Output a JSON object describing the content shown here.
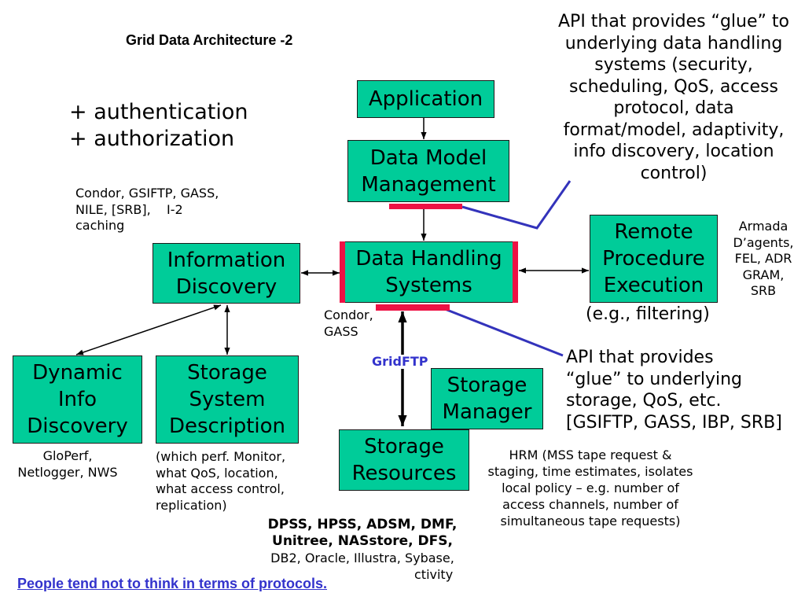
{
  "title": "Grid Data Architecture -2",
  "left_notes": {
    "auth": "+ authentication\n+ authorization",
    "info_sources": "Condor, GSIFTP, GASS,\nNILE, [SRB],    I-2\ncaching"
  },
  "boxes": {
    "application": "Application",
    "data_model_management": "Data Model\nManagement",
    "data_handling_systems": "Data Handling\nSystems",
    "remote_procedure_execution": "Remote\nProcedure\nExecution",
    "information_discovery": "Information\nDiscovery",
    "dynamic_info_discovery": "Dynamic\nInfo\nDiscovery",
    "storage_system_description": "Storage\nSystem\nDescription",
    "storage_manager": "Storage\nManager",
    "storage_resources": "Storage\nResources"
  },
  "annotations": {
    "api_data_handling": "API that provides “glue” to\nunderlying data handling\nsystems (security,\nscheduling, QoS, access\nprotocol, data\nformat/model, adaptivity,\ninfo discovery, location\ncontrol)",
    "rpe_examples": "Armada\nD’agents,\nFEL, ADR\nGRAM,\nSRB",
    "rpe_note": "(e.g., filtering)",
    "dhs_examples": "Condor,\nGASS",
    "gridftp": "GridFTP",
    "api_storage": "API that provides\n“glue” to underlying\nstorage, QoS, etc.\n[GSIFTP, GASS, IBP, SRB]",
    "dynamic_info_examples": "GloPerf,\nNetlogger, NWS",
    "storage_description_note": "(which perf. Monitor,\nwhat QoS, location,\nwhat access control,\nreplication)",
    "hrm_note": "HRM (MSS tape request &\nstaging, time estimates, isolates\nlocal policy – e.g. number of\naccess channels, number of\nsimultaneous tape requests)",
    "storage_systems_bold": "DPSS, HPSS, ADSM, DMF,\nUnitree, NASstore, DFS,",
    "storage_systems_db": "DB2, Oracle, Illustra, Sybase,",
    "storage_systems_tail": "ctivity"
  },
  "footer_link": "People tend not to think in terms of protocols.",
  "colors": {
    "box_fill": "#00CC99",
    "api_bar": "#EE1144",
    "callout_line": "#3333BB",
    "link": "#3333CC",
    "gridftp_label": "#3333CC"
  }
}
